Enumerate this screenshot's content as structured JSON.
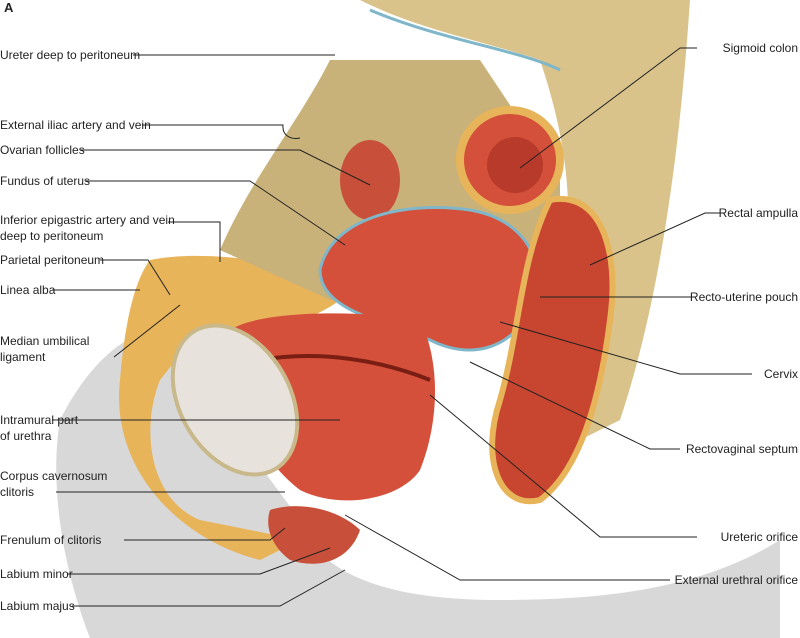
{
  "figure": {
    "panel_letter": "A",
    "colors": {
      "muscle": "#d4503a",
      "fat": "#e8b45a",
      "bone": "#d9c38a",
      "peritoneum": "#7fb6c9",
      "skin": "#cfcfcf",
      "leader": "#222222"
    },
    "left_labels": [
      {
        "lines": [
          "Ureter deep to peritoneum"
        ]
      },
      {
        "lines": [
          "External iliac artery and vein"
        ]
      },
      {
        "lines": [
          "Ovarian follicles"
        ]
      },
      {
        "lines": [
          "Fundus of uterus"
        ]
      },
      {
        "lines": [
          "Inferior epigastric artery and vein",
          "deep to peritoneum"
        ]
      },
      {
        "lines": [
          "Parietal peritoneum"
        ]
      },
      {
        "lines": [
          "Linea alba"
        ]
      },
      {
        "lines": [
          "Median umbilical",
          "ligament"
        ]
      },
      {
        "lines": [
          "Intramural part",
          "of urethra"
        ]
      },
      {
        "lines": [
          "Corpus cavernosum",
          "clitoris"
        ]
      },
      {
        "lines": [
          "Frenulum of clitoris"
        ]
      },
      {
        "lines": [
          "Labium minor"
        ]
      },
      {
        "lines": [
          "Labium majus"
        ]
      }
    ],
    "right_labels": [
      {
        "lines": [
          "Sigmoid colon"
        ]
      },
      {
        "lines": [
          "Rectal ampulla"
        ]
      },
      {
        "lines": [
          "Recto-uterine pouch"
        ]
      },
      {
        "lines": [
          "Cervix"
        ]
      },
      {
        "lines": [
          "Rectovaginal septum"
        ]
      },
      {
        "lines": [
          "Ureteric orifice"
        ]
      },
      {
        "lines": [
          "External urethral orifice"
        ]
      }
    ]
  }
}
